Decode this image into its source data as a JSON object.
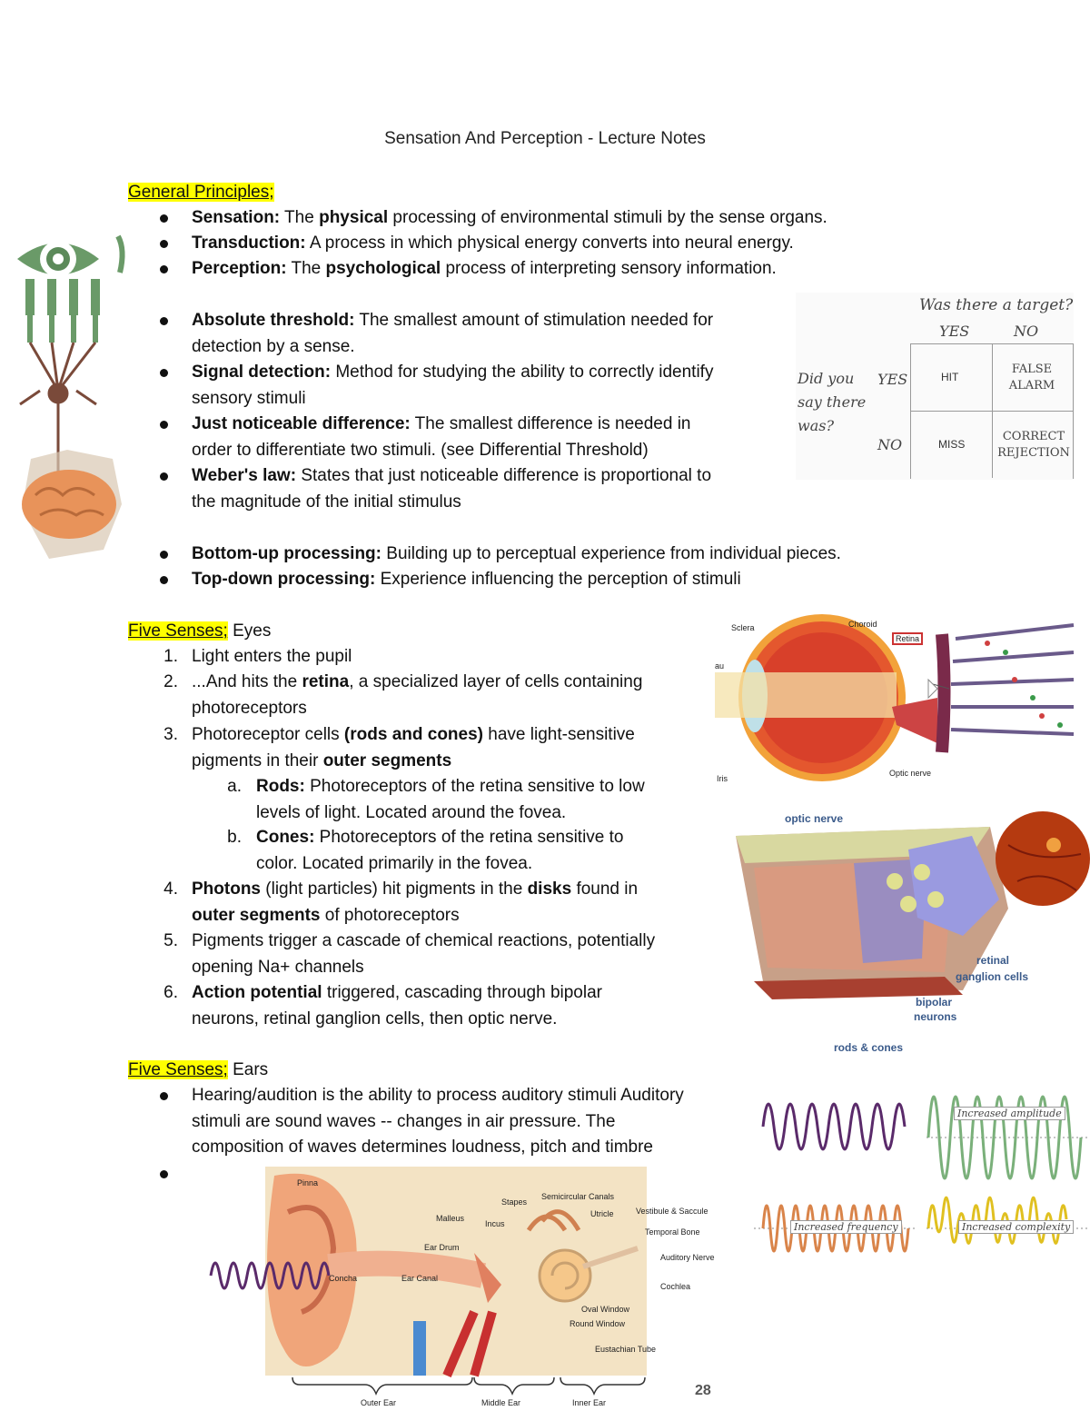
{
  "title": "Sensation And Perception - Lecture Notes",
  "general": {
    "heading": "General Principles;",
    "items": [
      {
        "term": "Sensation:",
        "pre": " The ",
        "bold2": "physical",
        "post": " processing of environmental stimuli by the sense organs."
      },
      {
        "term": "Transduction:",
        "text": " A process in which physical energy converts into neural energy."
      },
      {
        "term": "Perception:",
        "pre": " The ",
        "bold2": "psychological",
        "post": " process of interpreting sensory information."
      },
      {
        "term": "Absolute threshold:",
        "line1": " The smallest amount of stimulation needed for",
        "line2": "detection by a sense."
      },
      {
        "term": "Signal detection:",
        "line1": " Method for studying the ability to correctly identify",
        "line2": "sensory stimuli"
      },
      {
        "term": "Just noticeable difference:",
        "line1": " The smallest difference is needed in",
        "line2": "order to differentiate two stimuli. (see Differential Threshold)"
      },
      {
        "term": "Weber's law:",
        "line1": " States that just noticeable difference is proportional to",
        "line2": "the magnitude of the initial stimulus"
      },
      {
        "term": "Bottom-up processing:",
        "text": " Building up to perceptual experience from individual pieces."
      },
      {
        "term": "Top-down processing:",
        "text": " Experience influencing the perception of stimuli"
      }
    ]
  },
  "signal_table": {
    "question": "Was there a target?",
    "col_yes": "YES",
    "col_no": "NO",
    "row_question": [
      "Did you",
      "say there",
      "was?"
    ],
    "row_yes": "YES",
    "row_no": "NO",
    "hit": "HIT",
    "false_alarm": [
      "FALSE",
      "ALARM"
    ],
    "miss": "MISS",
    "correct_rejection": [
      "CORRECT",
      "REJECTION"
    ]
  },
  "eyes": {
    "heading": "Five Senses;",
    "suffix": " Eyes",
    "s1": "Light enters the pupil",
    "s2a": "...And hits the ",
    "s2b": "retina",
    "s2c": ", a specialized layer of cells containing",
    "s2d": "photoreceptors",
    "s3a": "Photoreceptor cells ",
    "s3b": "(rods and cones)",
    "s3c": " have light-sensitive",
    "s3d": "pigments in their ",
    "s3e": "outer segments",
    "sa_term": "Rods:",
    "sa1": " Photoreceptors of the retina sensitive to low",
    "sa2": "levels of light. Located around the fovea.",
    "sb_term": "Cones:",
    "sb1": " Photoreceptors of the retina sensitive to",
    "sb2": "color. Located primarily in the fovea.",
    "s4a": "Photons",
    "s4b": " (light particles) hit pigments in the ",
    "s4c": "disks",
    "s4d": " found in",
    "s4e": "outer segments",
    "s4f": " of photoreceptors",
    "s5a": "Pigments trigger a cascade of chemical reactions, potentially",
    "s5b": "opening Na+ channels",
    "s6a": "Action potential",
    "s6b": " triggered, cascading through bipolar",
    "s6c": "neurons, retinal ganglion cells, then optic nerve.",
    "markers": [
      "1.",
      "2.",
      "3.",
      "a.",
      "b.",
      "4.",
      "5.",
      "6."
    ]
  },
  "eye_diagram": {
    "sclera": "Sclera",
    "choroid": "Choroid",
    "retina": "Retina",
    "optic_nerve": "Optic nerve",
    "iris": "Iris",
    "au": "au"
  },
  "retina_diagram": {
    "optic_nerve": "optic nerve",
    "rgc1": "retinal",
    "rgc2": "ganglion cells",
    "bip1": "bipolar",
    "bip2": "neurons",
    "rods": "rods & cones"
  },
  "ears": {
    "heading": "Five Senses;",
    "suffix": " Ears",
    "l1": "Hearing/audition is the ability to process auditory stimuli Auditory",
    "l2": "stimuli are sound waves -- changes in air pressure. The",
    "l3": "composition of waves determines loudness, pitch and timbre"
  },
  "waves": {
    "amp": "Increased amplitude",
    "freq": "Increased frequency",
    "complex": "Increased complexity"
  },
  "ear_diagram": {
    "pinna": "Pinna",
    "stapes": "Stapes",
    "canals": "Semicircular Canals",
    "malleus": "Malleus",
    "incus": "Incus",
    "utricle": "Utricle",
    "vestibule": "Vestibule & Saccule",
    "temporal": "Temporal Bone",
    "nerve": "Auditory Nerve",
    "drum": "Ear Drum",
    "concha": "Concha",
    "canal": "Ear Canal",
    "cochlea": "Cochlea",
    "oval": "Oval Window",
    "round": "Round Window",
    "eustachian": "Eustachian Tube",
    "outer": "Outer Ear",
    "middle": "Middle Ear",
    "inner": "Inner Ear"
  },
  "page_number": "28",
  "colors": {
    "highlight": "#ffff00",
    "eye_green": "#5c8a5a",
    "brain_orange": "#e8935a",
    "neuron_brown": "#7a4a3a"
  }
}
